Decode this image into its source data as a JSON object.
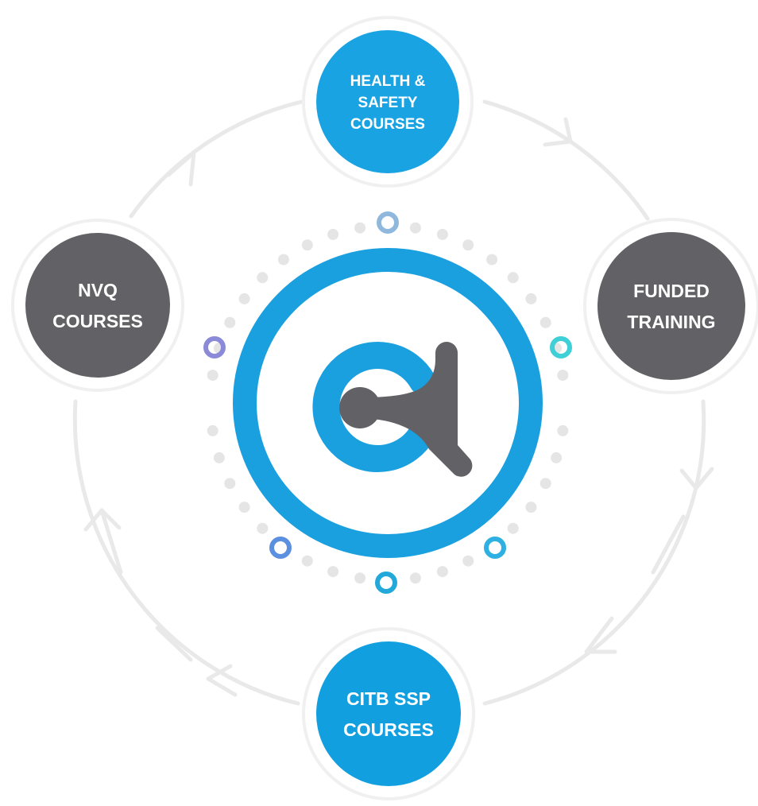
{
  "nodes": [
    {
      "id": "health-safety",
      "lines": [
        "HEALTH &",
        "SAFETY",
        "COURSES"
      ],
      "color": "#1aa3e2"
    },
    {
      "id": "funded-training",
      "lines": [
        "FUNDED",
        "TRAINING"
      ],
      "color": "#616166"
    },
    {
      "id": "citb-ssp",
      "lines": [
        "CITB SSP",
        "COURSES"
      ],
      "color": "#129fe0"
    },
    {
      "id": "nvq",
      "lines": [
        "NVQ",
        "COURSES"
      ],
      "color": "#616166"
    }
  ],
  "colors": {
    "ring": "#e9e9e9",
    "node_border": "#f0f0f0",
    "logo_ring": "#1aa0df",
    "logo_blue": "#1aa0df",
    "logo_grey": "#626266",
    "dots": "#e5e5e5"
  },
  "icons": {
    "center_logo": "ct-logo"
  }
}
